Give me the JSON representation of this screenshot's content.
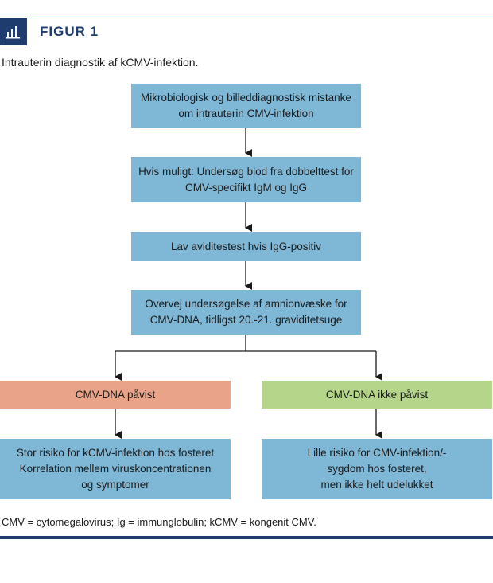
{
  "figure": {
    "label": "FIGUR 1",
    "icon": "bar-chart-icon",
    "caption": "Intrauterin diagnostik af kCMV-infektion."
  },
  "flow": {
    "step1": "Mikrobiologisk og billeddiagnostisk mistanke\nom intrauterin CMV-infektion",
    "step2": "Hvis muligt: Undersøg blod fra dobbelttest for\nCMV-specifikt IgM og IgG",
    "step3": "Lav aviditestest hvis IgG-positiv",
    "step4": "Overvej undersøgelse af amnionvæske for\nCMV-DNA, tidligst 20.-21. graviditetsuge",
    "left_branch": "CMV-DNA påvist",
    "right_branch": "CMV-DNA ikke påvist",
    "left_result": "Stor risiko for kCMV-infektion hos fosteret\nKorrelation mellem viruskoncentrationen\nog symptomer",
    "right_result": "Lille risiko for CMV-infektion/-\nsygdom hos fosteret,\nmen ikke helt udelukket"
  },
  "footnote": "CMV = cytomegalovirus; Ig = immunglobulin; kCMV = kongenit CMV.",
  "colors": {
    "navy": "#1f3c6e",
    "box_blue": "#7fb8d6",
    "box_red": "#e8a389",
    "box_green": "#b5d68a"
  }
}
